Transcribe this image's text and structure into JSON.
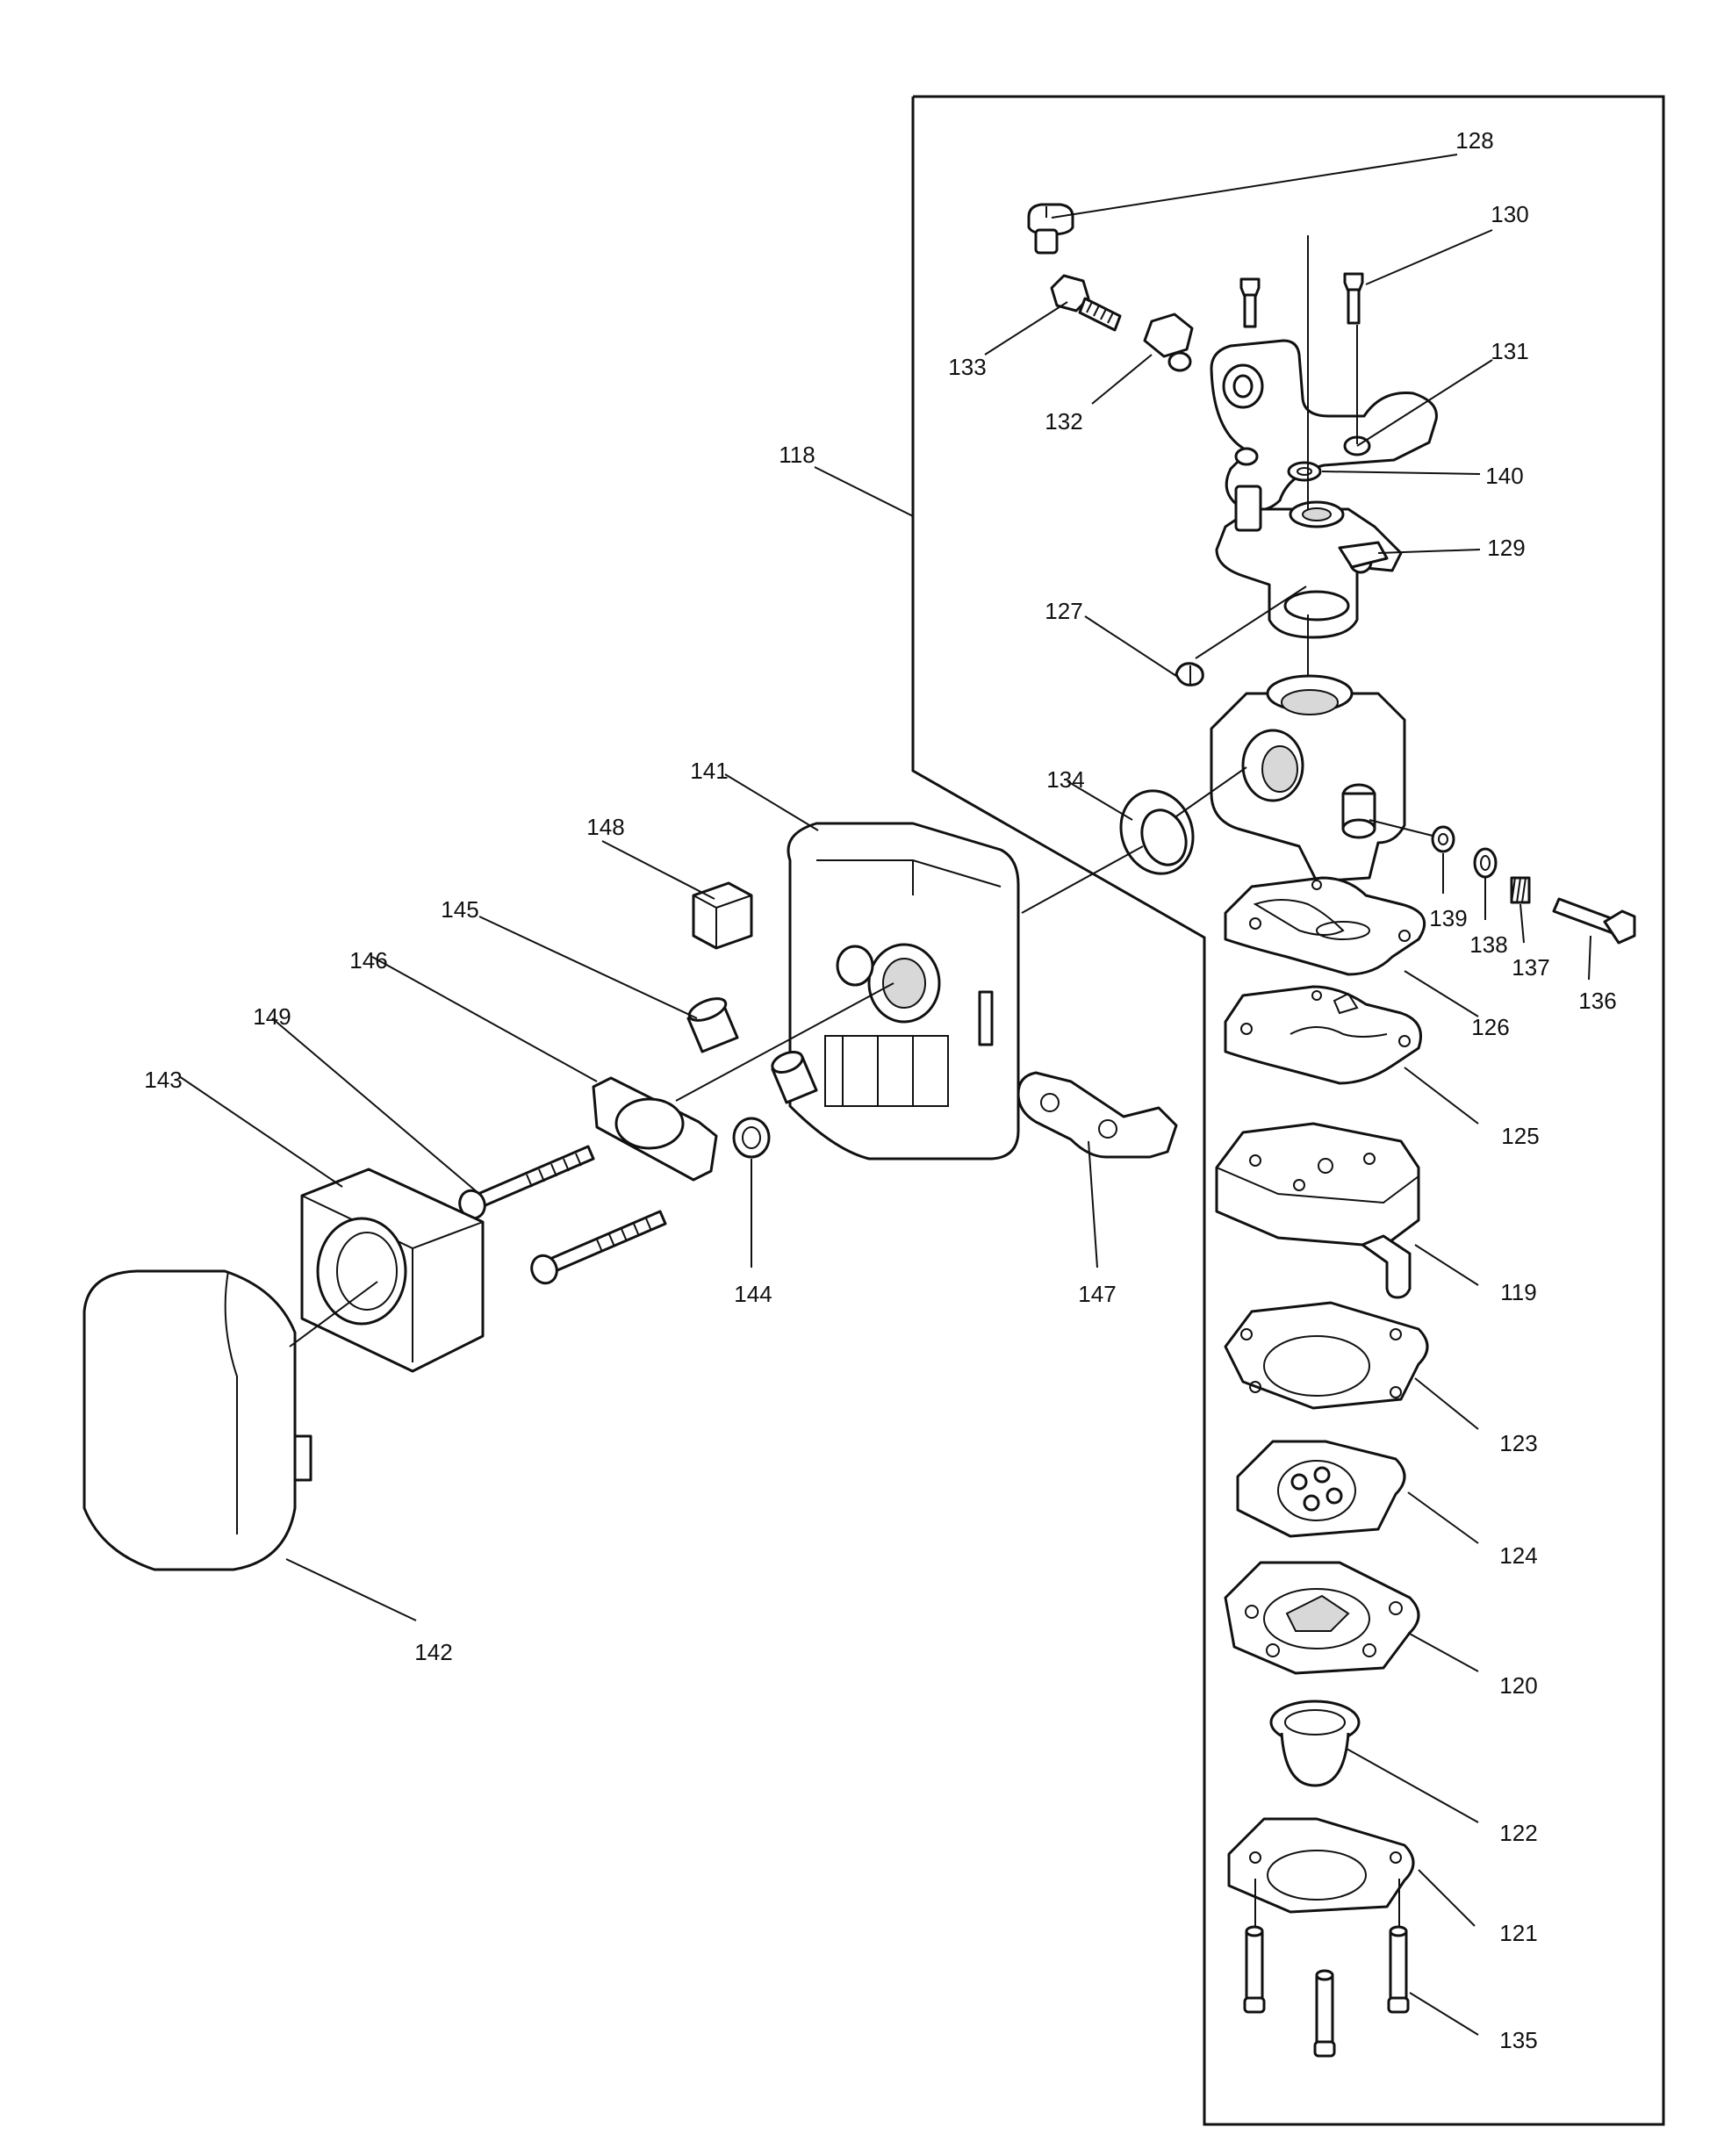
{
  "labels": {
    "p118": "118",
    "p119": "119",
    "p120": "120",
    "p121": "121",
    "p122": "122",
    "p123": "123",
    "p124": "124",
    "p125": "125",
    "p126": "126",
    "p127": "127",
    "p128": "128",
    "p129": "129",
    "p130": "130",
    "p131": "131",
    "p132": "132",
    "p133": "133",
    "p134": "134",
    "p135": "135",
    "p136": "136",
    "p137": "137",
    "p138": "138",
    "p139": "139",
    "p140": "140",
    "p141": "141",
    "p142": "142",
    "p143": "143",
    "p144": "144",
    "p145": "145",
    "p146": "146",
    "p147": "147",
    "p148": "148",
    "p149": "149"
  },
  "colors": {
    "line": "#111111",
    "background": "#ffffff"
  }
}
